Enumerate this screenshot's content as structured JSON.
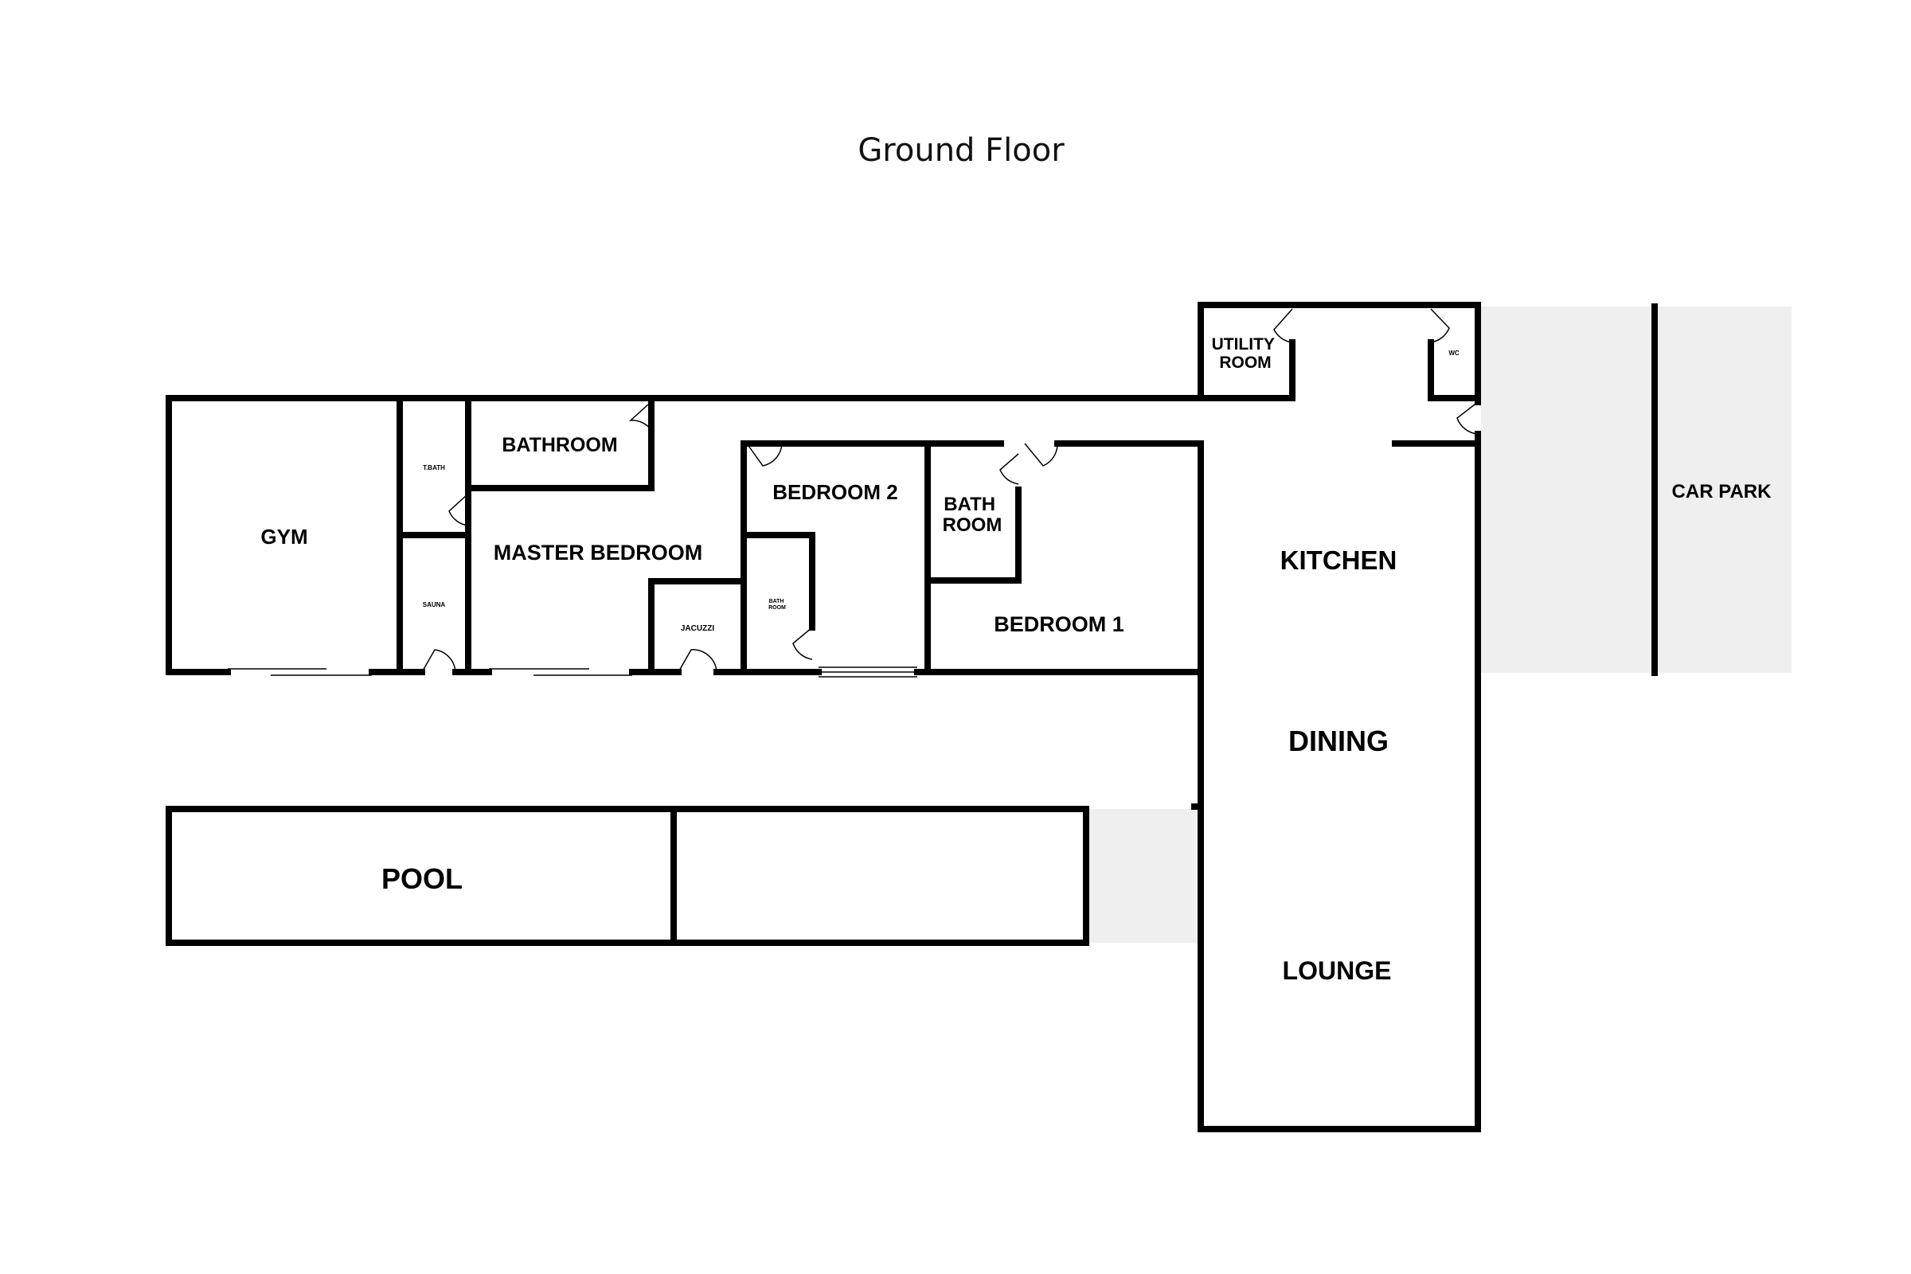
{
  "title": "Ground Floor",
  "rooms": {
    "gym": "GYM",
    "tbath": "T.BATH",
    "sauna": "SAUNA",
    "bathroom": "BATHROOM",
    "master_bedroom": "MASTER BEDROOM",
    "jacuzzi": "JACUZZI",
    "bedroom2": "BEDROOM 2",
    "small_bathroom": [
      "BATH",
      "ROOM"
    ],
    "bath_room": [
      "BATH",
      "ROOM"
    ],
    "bedroom1": "BEDROOM 1",
    "utility_room": [
      "UTILITY",
      "ROOM"
    ],
    "wc": "WC",
    "kitchen": "KITCHEN",
    "dining": "DINING",
    "lounge": "LOUNGE",
    "pool": "POOL",
    "car_park": "CAR PARK"
  },
  "colors": {
    "wall": "#000000",
    "shaded_area": "#efefef"
  }
}
